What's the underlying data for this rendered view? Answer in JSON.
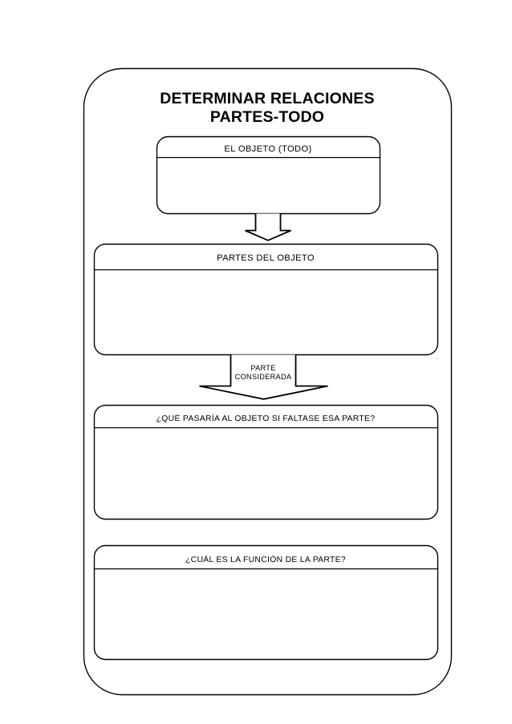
{
  "document": {
    "type": "graphic-organizer-worksheet",
    "title_line1": "DETERMINAR RELACIONES",
    "title_line2": "PARTES-TODO",
    "background_color": "#ffffff",
    "line_color": "#000000"
  },
  "boxes": [
    {
      "id": "objeto-todo",
      "header": "EL OBJETO (TODO)",
      "body_value": "",
      "body_placeholder": ""
    },
    {
      "id": "partes-del-objeto",
      "header": "PARTES DEL OBJETO",
      "body_value": "",
      "body_placeholder": ""
    },
    {
      "id": "que-pasaria",
      "header": "¿QUÉ PASARÍA AL OBJETO SI FALTASE ESA PARTE?",
      "body_value": "",
      "body_placeholder": ""
    },
    {
      "id": "cual-es-la-funcion",
      "header": "¿CUÁL ES LA FUNCIÓN DE LA PARTE?",
      "body_value": "",
      "body_placeholder": ""
    }
  ],
  "arrows": [
    {
      "id": "arrow-objeto-to-partes",
      "label": "",
      "direction": "down"
    },
    {
      "id": "arrow-partes-to-pregunta",
      "label_line1": "PARTE",
      "label_line2": "CONSIDERADA",
      "direction": "down"
    }
  ]
}
